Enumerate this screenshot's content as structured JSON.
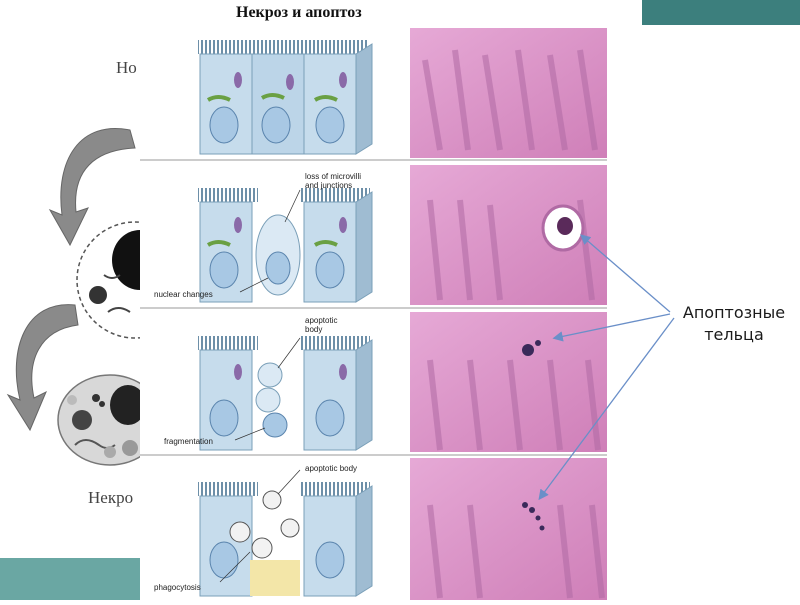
{
  "slide": {
    "title": "Некроз и апоптоз",
    "partial_top_label": "Но",
    "partial_bottom_label": "Некро",
    "callout_line1": "Апоптозные",
    "callout_line2": "тельца"
  },
  "annotations": {
    "loss_line1": "loss of microvilli",
    "loss_line2": "and junctions",
    "nuclear_changes": "nuclear changes",
    "apoptotic_body_line1": "apoptotic",
    "apoptotic_body_line2": "body",
    "fragmentation": "fragmentation",
    "apoptotic_body_inline": "apoptotic body",
    "phagocytosis": "phagocytosis"
  },
  "colors": {
    "teal_dark": "#3c7f7d",
    "teal_light": "#6aa7a3",
    "arrow_blue": "#6a8fc8",
    "tissue_pink": "#d98cc0",
    "cell_blue": "#b9d4e8"
  }
}
